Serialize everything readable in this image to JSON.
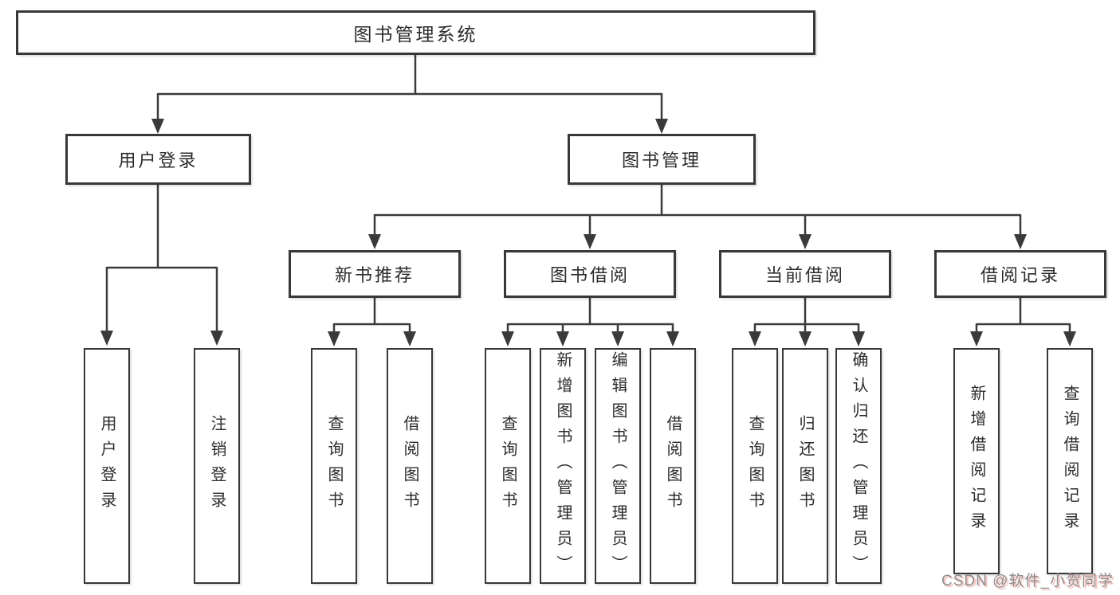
{
  "diagram": {
    "root": {
      "label": "图书管理系统"
    },
    "branches": [
      {
        "label": "用户登录",
        "children": [
          {
            "label": "用户登录"
          },
          {
            "label": "注销登录"
          }
        ]
      },
      {
        "label": "图书管理",
        "children": [
          {
            "label": "新书推荐",
            "children": [
              {
                "label": "查询图书"
              },
              {
                "label": "借阅图书"
              }
            ]
          },
          {
            "label": "图书借阅",
            "children": [
              {
                "label": "查询图书"
              },
              {
                "label": "新增图书（管理员）"
              },
              {
                "label": "编辑图书（管理员）"
              },
              {
                "label": "借阅图书"
              }
            ]
          },
          {
            "label": "当前借阅",
            "children": [
              {
                "label": "查询图书"
              },
              {
                "label": "归还图书"
              },
              {
                "label": "确认归还（管理员）"
              }
            ]
          },
          {
            "label": "借阅记录",
            "children": [
              {
                "label": "新增借阅记录"
              },
              {
                "label": "查询借阅记录"
              }
            ]
          }
        ]
      }
    ]
  },
  "watermark": {
    "text": "CSDN @软件_小贺同学"
  },
  "colors": {
    "line": "#3a3a3a",
    "border": "#383838",
    "text": "#2b2b2b",
    "background": "#ffffff",
    "watermark_gray": "#8f8f8f",
    "watermark_accent": "#e05a50"
  }
}
